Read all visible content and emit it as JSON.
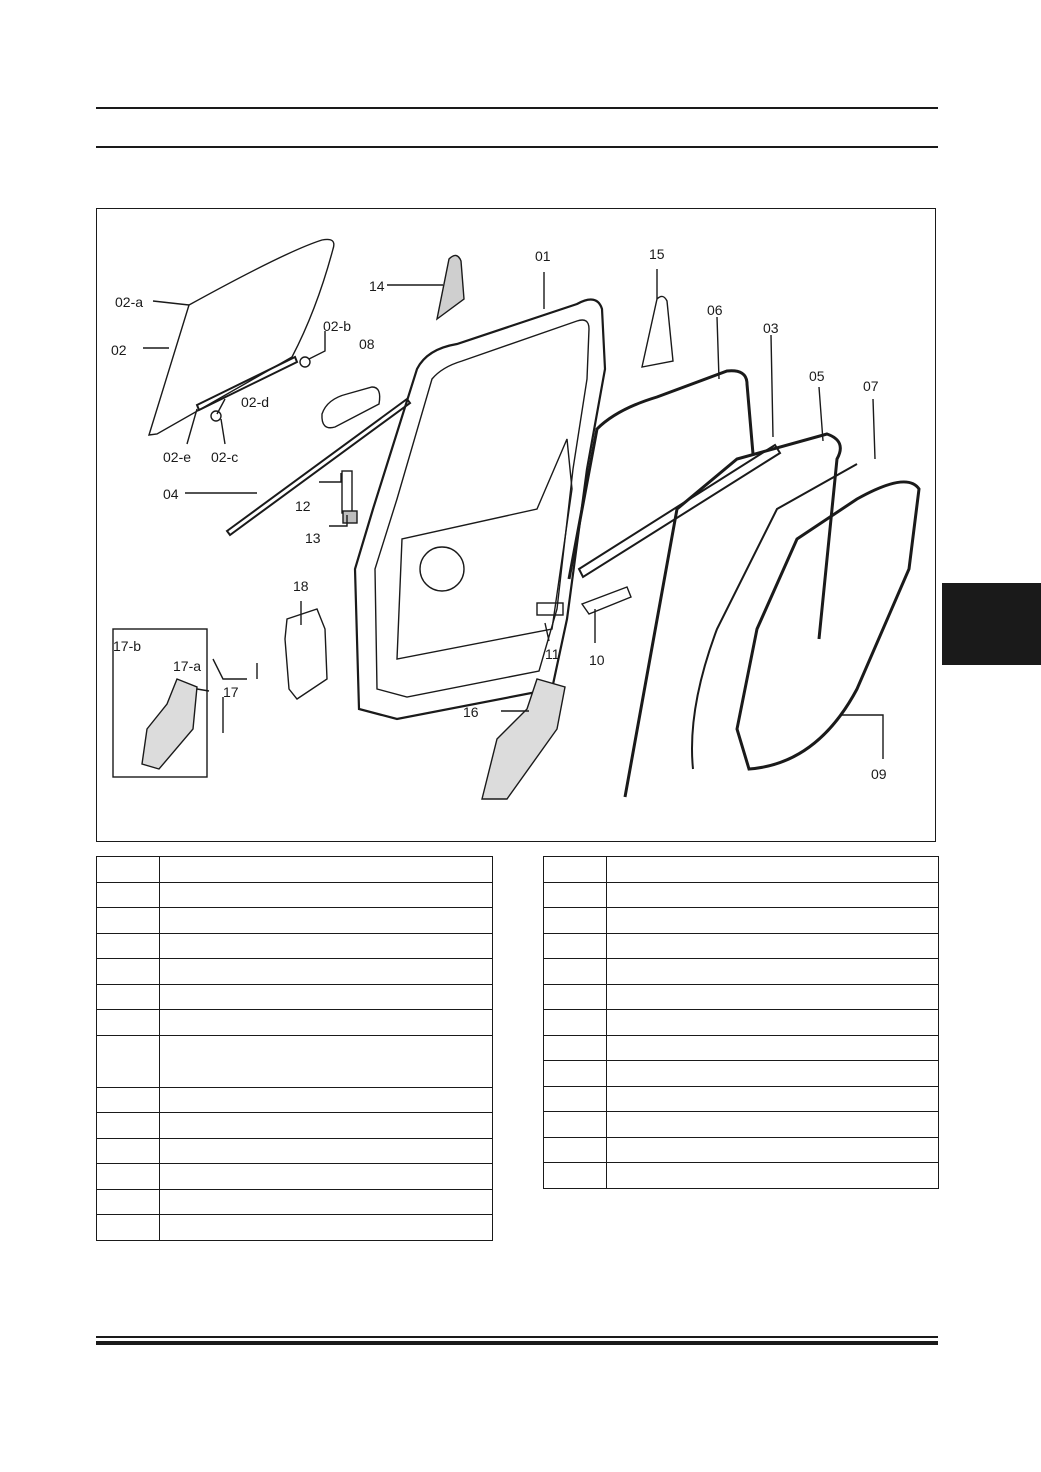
{
  "callouts": {
    "c01": "01",
    "c02": "02",
    "c02a": "02-a",
    "c02b": "02-b",
    "c02c": "02-c",
    "c02d": "02-d",
    "c02e": "02-e",
    "c03": "03",
    "c04": "04",
    "c05": "05",
    "c06": "06",
    "c07": "07",
    "c08": "08",
    "c09": "09",
    "c10": "10",
    "c11": "11",
    "c12": "12",
    "c13": "13",
    "c14": "14",
    "c15": "15",
    "c16": "16",
    "c17": "17",
    "c17a": "17-a",
    "c17b": "17-b",
    "c18": "18"
  },
  "legend_left_rows": 14,
  "legend_right_rows": 13
}
